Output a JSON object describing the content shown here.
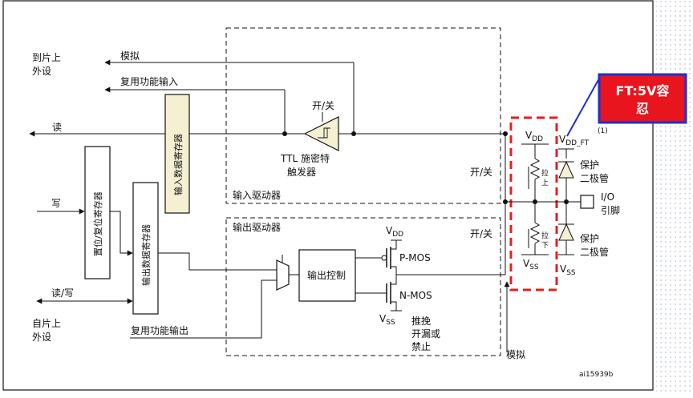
{
  "labels": {
    "to_peripheral_1": "到片上",
    "to_peripheral_2": "外设",
    "analog_top": "模拟",
    "alt_func_input": "复用功能输入",
    "read": "读",
    "switch_top": "开/关",
    "ttl_1": "TTL 施密特",
    "ttl_2": "触发器",
    "input_data_reg": "输入数据寄存器",
    "set_reset_reg": "置位/复位寄存器",
    "output_data_reg": "输出数据寄存器",
    "write": "写",
    "read_write": "读/写",
    "from_peripheral_1": "自片上",
    "from_peripheral_2": "外设",
    "alt_func_output": "复用功能输出",
    "input_driver": "输入驱动器",
    "output_driver": "输出驱动器",
    "switch_input": "开/关",
    "switch_output": "开/关",
    "output_control": "输出控制",
    "vdd_out": "V",
    "vdd_out_sub": "DD",
    "pmos": "P-MOS",
    "nmos": "N-MOS",
    "vss_out": "V",
    "vss_out_sub": "SS",
    "mode_1": "推挽",
    "mode_2": "开漏或",
    "mode_3": "禁止",
    "analog_bottom": "模拟",
    "vdd_pull": "V",
    "vdd_pull_sub": "DD",
    "vss_pull": "V",
    "vss_pull_sub": "SS",
    "pull_up": "上",
    "pull_down": "下",
    "pull_word_up": "拉",
    "pull_word_down": "拉",
    "vdd_ft": "V",
    "vdd_ft_sub": "DD_FT",
    "vdd_ft_note": "(1)",
    "protect_top_1": "保护",
    "protect_top_2": "二极管",
    "protect_bot_1": "保护",
    "protect_bot_2": "二极管",
    "vss_diode": "V",
    "vss_diode_sub": "SS",
    "io_pin_1": "I/O",
    "io_pin_2": "引脚",
    "figure_id": "ai15939b",
    "callout_1": "FT:5V容",
    "callout_2": "忍"
  },
  "colors": {
    "line": "#111111",
    "input_reg_fill": "#f5f0d2",
    "highlight_dash": "#e02020",
    "callout_fill": "#e8141e",
    "callout_border": "#1f2fd0",
    "callout_arrow": "#1f2fd0"
  }
}
